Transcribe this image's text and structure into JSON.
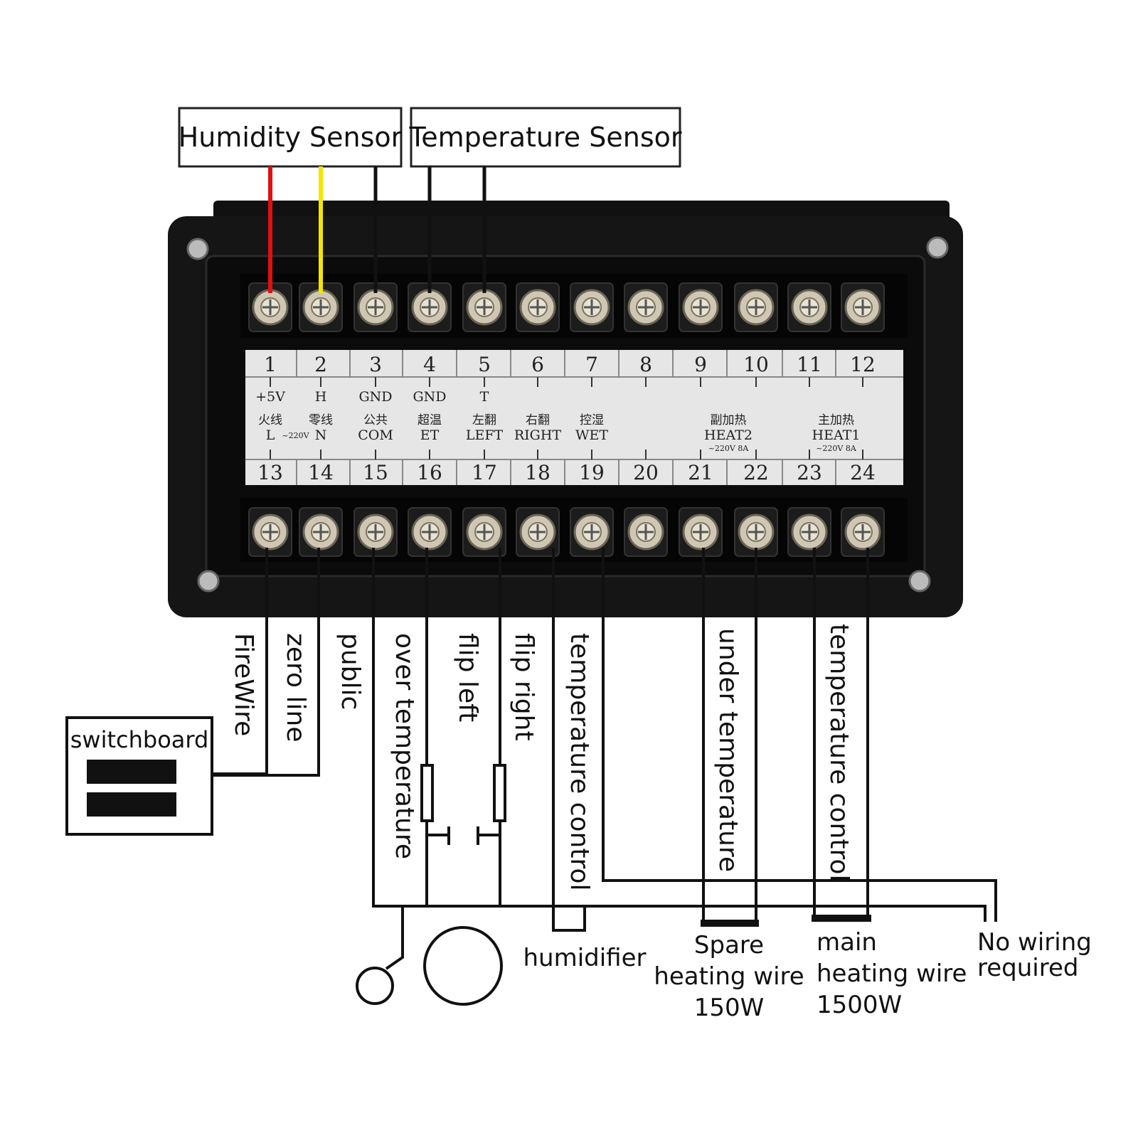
{
  "sensors": {
    "humidity": "Humidity Sensor",
    "temperature": "Temperature Sensor"
  },
  "colors": {
    "wire_red": "#e01010",
    "wire_yellow": "#f2e600",
    "wire_black": "#111111",
    "panel": "#1a1a1a",
    "label_plate": "#e6e6e6"
  },
  "top_numbers": [
    "1",
    "2",
    "3",
    "4",
    "5",
    "6",
    "7",
    "8",
    "9",
    "10",
    "11",
    "12"
  ],
  "bottom_numbers": [
    "13",
    "14",
    "15",
    "16",
    "17",
    "18",
    "19",
    "20",
    "21",
    "22",
    "23",
    "24"
  ],
  "top_codes": [
    "+5V",
    "H",
    "GND",
    "GND",
    "T",
    "",
    "",
    "",
    "",
    "",
    "",
    ""
  ],
  "chinese": [
    "火线",
    "零线",
    "公共",
    "超温",
    "左翻",
    "右翻",
    "控湿",
    "",
    "副加热",
    "",
    "主加热",
    ""
  ],
  "bottom_codes": [
    "L",
    "N",
    "COM",
    "ET",
    "LEFT",
    "RIGHT",
    "WET",
    "",
    "HEAT2",
    "",
    "HEAT1",
    ""
  ],
  "voltage_notes": {
    "line": "~220V",
    "heat2": "~220V 8A",
    "heat1": "~220V 8A"
  },
  "wire_labels": {
    "firewire": "FireWire",
    "zero_line": "zero line",
    "public": "public",
    "over_temperature": "over temperature",
    "flip_left": "flip left",
    "flip_right": "flip right",
    "temperature_control_1": "temperature control",
    "under_temperature": "under temperature",
    "temperature_control_2": "temperature control"
  },
  "switchboard": "switchboard",
  "loads": {
    "humidifier": "humidifier",
    "spare_line1": "Spare",
    "spare_line2": "heating wire",
    "spare_line3": "150W",
    "main_line1": "main",
    "main_line2": "heating wire",
    "main_line3": "1500W",
    "nowire_line1": "No wiring",
    "nowire_line2": "required"
  }
}
